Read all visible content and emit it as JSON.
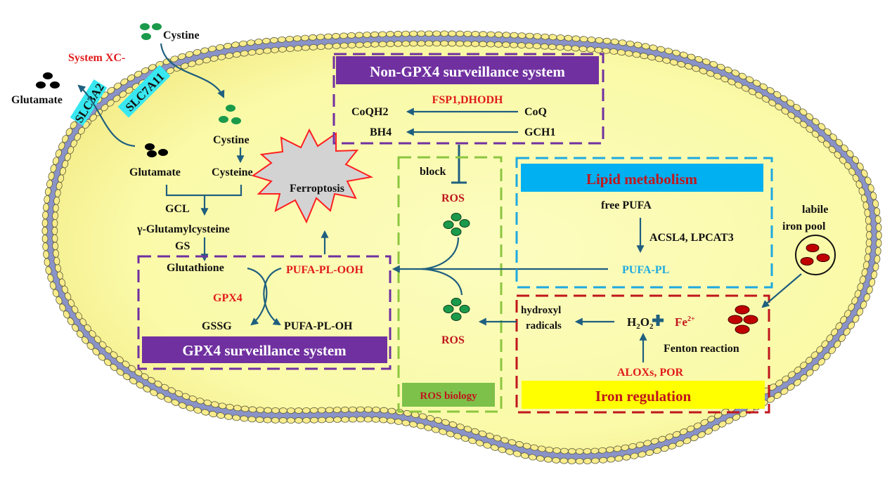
{
  "diagram": {
    "title": "Ferroptosis regulatory pathways",
    "colors": {
      "cytoplasm": "#fafaa8",
      "membrane_band": "#8a93c8",
      "lipid_head": "#f8ec8c",
      "arrow": "#1f5f7f",
      "purple": "#7030a0",
      "green_dash": "#8cc63f",
      "blue_dash": "#1ea9e0",
      "red_dash": "#c0161c",
      "cystine_dot": "#1a9a4a",
      "glutamate_dot": "#000000",
      "iron_dot": "#c00000",
      "transporter": "#38e8f0",
      "ferroptosis_fill": "#d3d3d3",
      "ferroptosis_stroke": "#ff2020"
    },
    "transport": {
      "system_label": "System XC-",
      "slc3a2": "SLC3A2",
      "slc7a11": "SLC7A11",
      "cystine_outside": "Cystine",
      "glutamate_outside": "Glutamate",
      "cystine_inside": "Cystine",
      "cysteine": "Cysteine",
      "glutamate_inside": "Glutamate"
    },
    "gsh_synthesis": {
      "gcl": "GCL",
      "gamma_glutamylcysteine": "γ-Glutamylcysteine",
      "gs": "GS"
    },
    "ferroptosis_label": "Ferroptosis",
    "gpx4_system": {
      "title": "GPX4 surveillance system",
      "glutathione": "Glutathione",
      "pufa_pl_ooh": "PUFA-PL-OOH",
      "gpx4": "GPX4",
      "gssg": "GSSG",
      "pufa_pl_oh": "PUFA-PL-OH"
    },
    "non_gpx4_system": {
      "title": "Non-GPX4 surveillance system",
      "enzymes": "FSP1,DHODH",
      "coqh2": "CoQH2",
      "coq": "CoQ",
      "bh4": "BH4",
      "gch1": "GCH1"
    },
    "ros_biology": {
      "title": "ROS biology",
      "block": "block",
      "ros_top": "ROS",
      "ros_bottom": "ROS"
    },
    "lipid_metabolism": {
      "title": "Lipid metabolism",
      "free_pufa": "free PUFA",
      "enzymes": "ACSL4, LPCAT3",
      "pufa_pl": "PUFA-PL"
    },
    "iron_regulation": {
      "title": "Iron regulation",
      "hydroxyl_line1": "hydroxyl",
      "hydroxyl_line2": "radicals",
      "h2o2_h": "H",
      "h2o2_sub1": "2",
      "h2o2_o": "O",
      "h2o2_sub2": "2",
      "fe": "Fe",
      "fe_charge": "2+",
      "fenton": "Fenton reaction",
      "enzymes": "ALOXs, POR"
    },
    "iron_pool": {
      "line1": "labile",
      "line2": "iron pool"
    }
  }
}
